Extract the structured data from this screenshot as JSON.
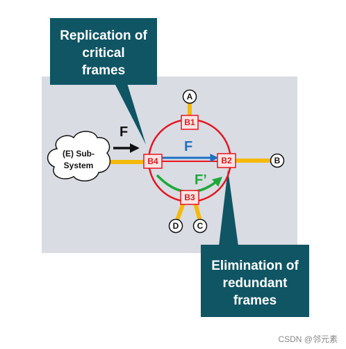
{
  "callouts": {
    "replication": [
      "Replication of",
      "critical",
      "frames"
    ],
    "elimination": [
      "Elimination of",
      "redundant",
      "frames"
    ]
  },
  "subsystem": [
    "(E) Sub-",
    "System"
  ],
  "nodes": {
    "b1": "B1",
    "b2": "B2",
    "b3": "B3",
    "b4": "B4"
  },
  "endpoints": {
    "a": "A",
    "b": "B",
    "c": "C",
    "d": "D"
  },
  "frames": {
    "input": "F",
    "direct": "F",
    "redundant": "F’"
  },
  "colors": {
    "callout_bg": "#0f5564",
    "panel_bg": "#d9dce3",
    "ring": "#e8141e",
    "link": "#f5b90a",
    "node_fill": "#fde3e4",
    "path_blue": "#1f6fc5",
    "path_green": "#1fa83a"
  },
  "watermark": "CSDN @邻元素"
}
